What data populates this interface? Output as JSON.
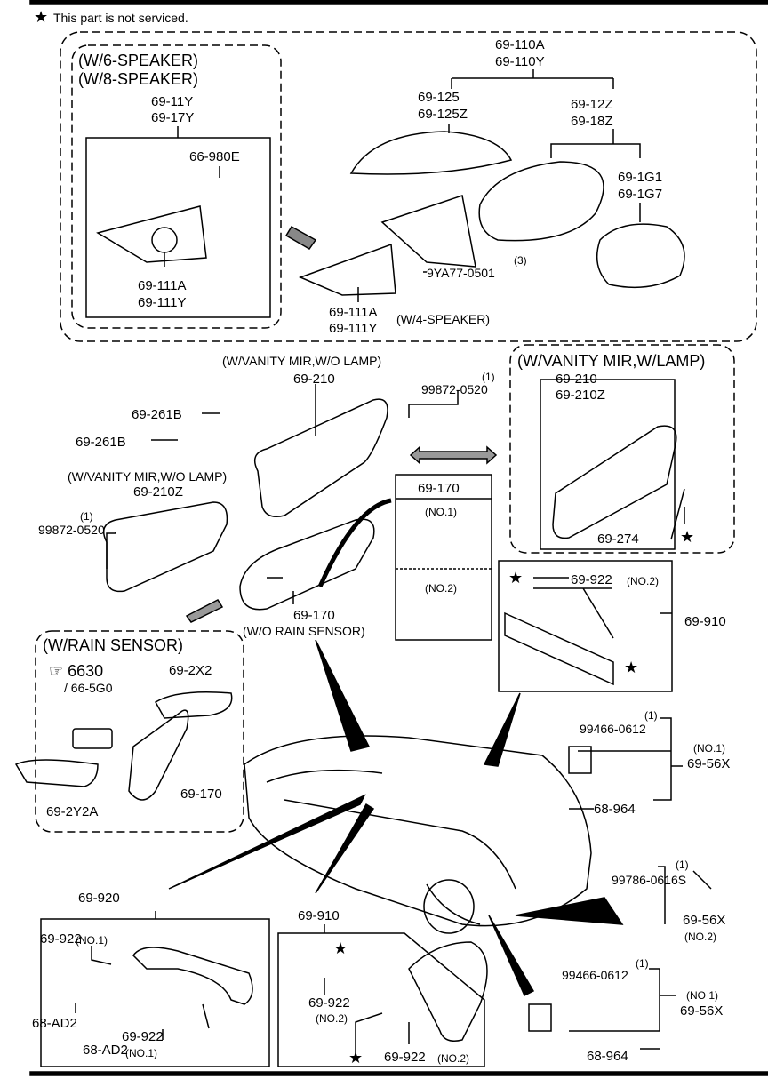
{
  "notice": "This part is not serviced.",
  "speaker": {
    "group1": "(W/6-SPEAKER)",
    "group2": "(W/8-SPEAKER)",
    "assy1": "69-11Y",
    "assy2": "69-17Y",
    "tweeter": "66-980E",
    "garnish1": "69-111A",
    "garnish2": "69-111Y"
  },
  "mirror": {
    "assy1": "69-110A",
    "assy2": "69-110Y",
    "cover1": "69-125",
    "cover2": "69-125Z",
    "body1": "69-12Z",
    "body2": "69-18Z",
    "glass1": "69-1G1",
    "glass2": "69-1G7",
    "bolt_qty": "(3)",
    "bolt": "9YA77-0501",
    "garnish1": "69-111A",
    "garnish2": "69-111Y",
    "garnish_note": "(W/4-SPEAKER)"
  },
  "visor": {
    "group_wo_lamp": "(W/VANITY MIR,W/O LAMP)",
    "part_210": "69-210",
    "screw_qty": "(1)",
    "screw": "99872-0520",
    "holder1": "69-261B",
    "holder2": "69-261B",
    "group_wo_lamp2": "(W/VANITY MIR,W/O LAMP)",
    "part_210z": "69-210Z",
    "screw_qty2": "(1)",
    "screw2": "99872-0520",
    "group_w_lamp": "(W/VANITY MIR,W/LAMP)",
    "lamp_210": "69-210",
    "lamp_210z": "69-210Z",
    "bulb": "69-274"
  },
  "rearview": {
    "box_title": "69-170",
    "no1": "(NO.1)",
    "no2": "(NO.2)",
    "part": "69-170",
    "note": "(W/O RAIN SENSOR)"
  },
  "grip_rear": {
    "clip": "69-922",
    "clip_no": "(NO.2)",
    "assy": "69-910"
  },
  "rain": {
    "group": "(W/RAIN SENSOR)",
    "ref": "6630",
    "sensor": "/ 66-5G0",
    "cover_top": "69-2X2",
    "mirror": "69-170",
    "cover_bottom": "69-2Y2A"
  },
  "hook1": {
    "qty": "(1)",
    "bolt": "99466-0612",
    "no": "(NO.1)",
    "part": "69-56X",
    "nut": "68-964"
  },
  "hook2": {
    "bolt": "99786-0616S",
    "qty": "(1)",
    "part": "69-56X",
    "no": "(NO.2)"
  },
  "grip_front": {
    "assy": "69-920",
    "clip1": "69-922",
    "clip1_no": "(NO.1)",
    "spacer1": "68-AD2",
    "spacer2": "68-AD2",
    "clip2": "69-922",
    "clip2_no": "(NO.1)"
  },
  "grip_910": {
    "assy": "69-910",
    "clip1": "69-922",
    "clip1_no": "(NO.2)",
    "clip2": "69-922",
    "clip2_no": "(NO.2)"
  },
  "hook3": {
    "qty": "(1)",
    "bolt": "99466-0612",
    "no": "(NO 1)",
    "part": "69-56X",
    "nut": "68-964"
  }
}
